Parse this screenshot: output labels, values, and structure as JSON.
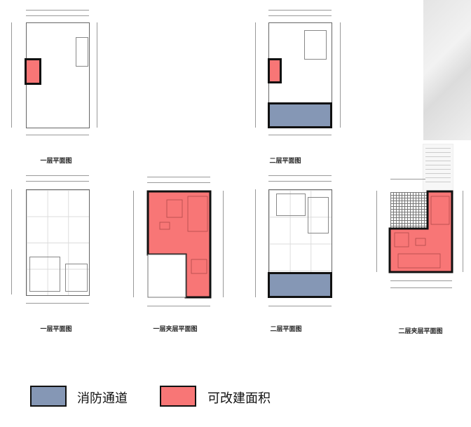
{
  "plans": [
    {
      "caption": "一层平面图"
    },
    {
      "caption": "二层平面图"
    },
    {
      "caption": "一层平面图"
    },
    {
      "caption": "一层夹层平面图"
    },
    {
      "caption": "二层平面图"
    },
    {
      "caption": "二层夹层平面图"
    }
  ],
  "legend": {
    "fire_lane": "消防通道",
    "rebuildable_area": "可改建面积"
  },
  "colors": {
    "fire_lane": "#8597b5",
    "rebuildable_area": "#f87676"
  }
}
